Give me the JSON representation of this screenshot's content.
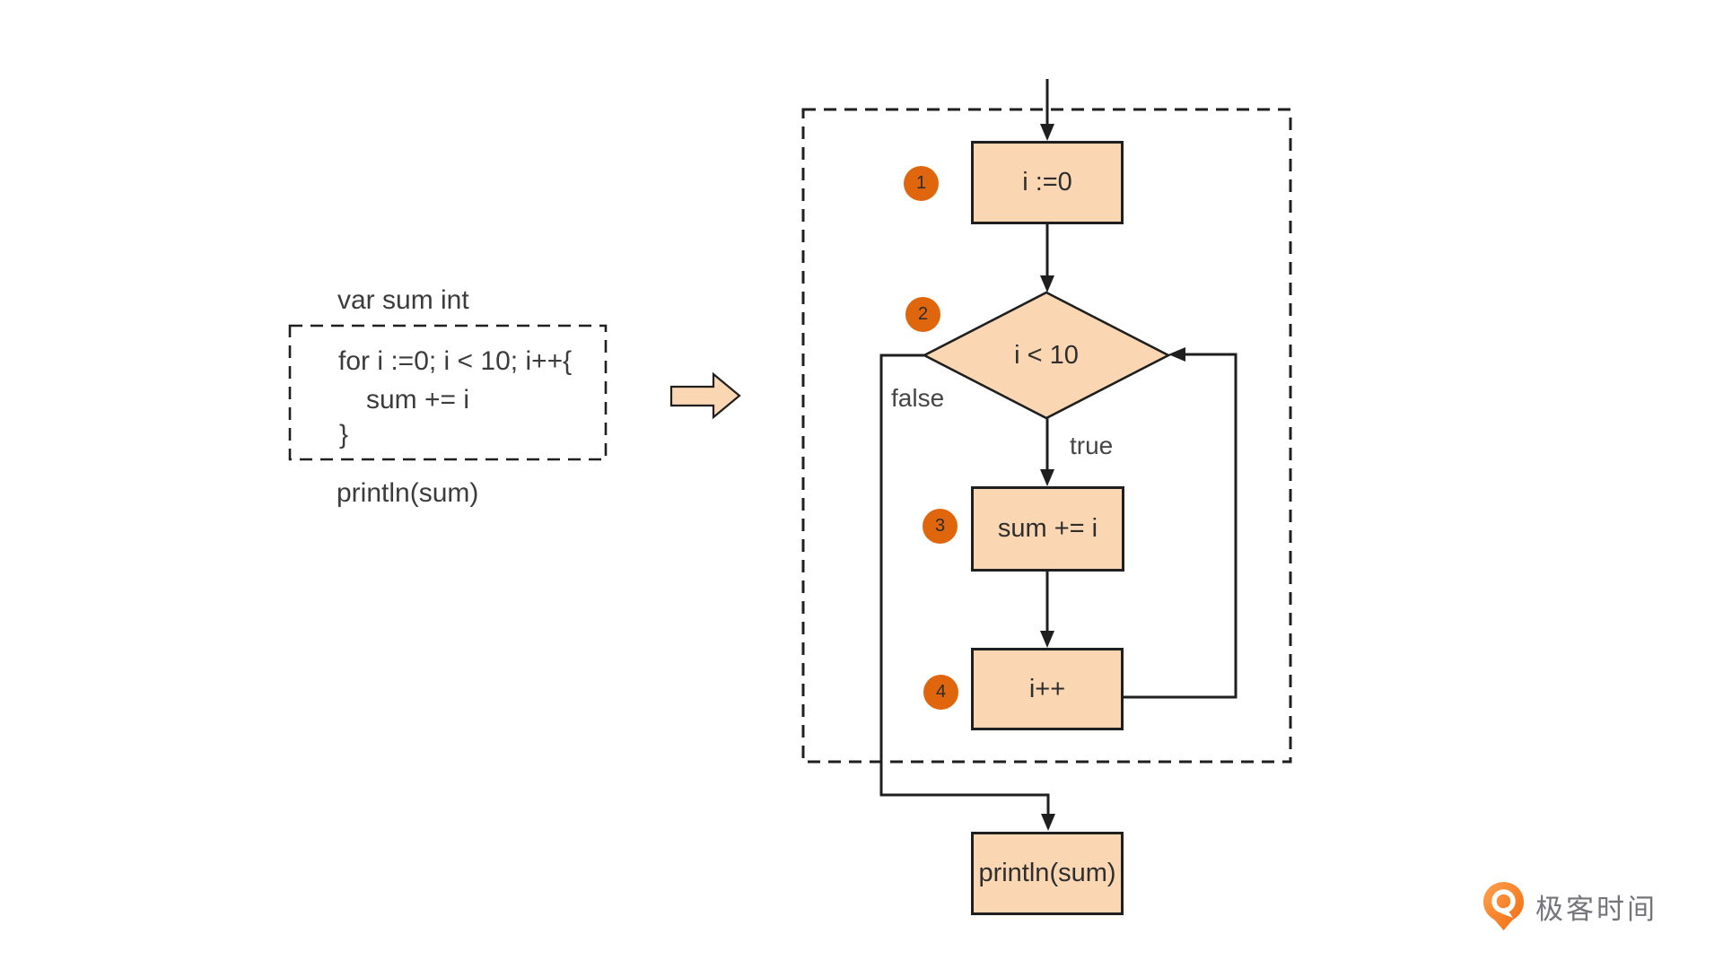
{
  "code": {
    "var_decl": "var sum int",
    "for_line": "for i :=0; i < 10; i++{",
    "body_line": "sum += i",
    "close_brace": "}",
    "println_line": "println(sum)"
  },
  "flowchart": {
    "steps": [
      {
        "num": "1",
        "label": "i :=0"
      },
      {
        "num": "2",
        "label": "i < 10"
      },
      {
        "num": "3",
        "label": "sum += i"
      },
      {
        "num": "4",
        "label": "i++"
      }
    ],
    "false_label": "false",
    "true_label": "true",
    "final_step": {
      "label": "println(sum)"
    }
  },
  "logo": {
    "brand_text": "极客时间"
  },
  "colors": {
    "node_fill": "#FAD6B2",
    "node_border": "#1F1F1F",
    "step_badge_orange": "#E0660D",
    "code_text": "#3C3C3C",
    "logo_orange": "#F26A0E",
    "logo_text_gray": "#74747B"
  }
}
